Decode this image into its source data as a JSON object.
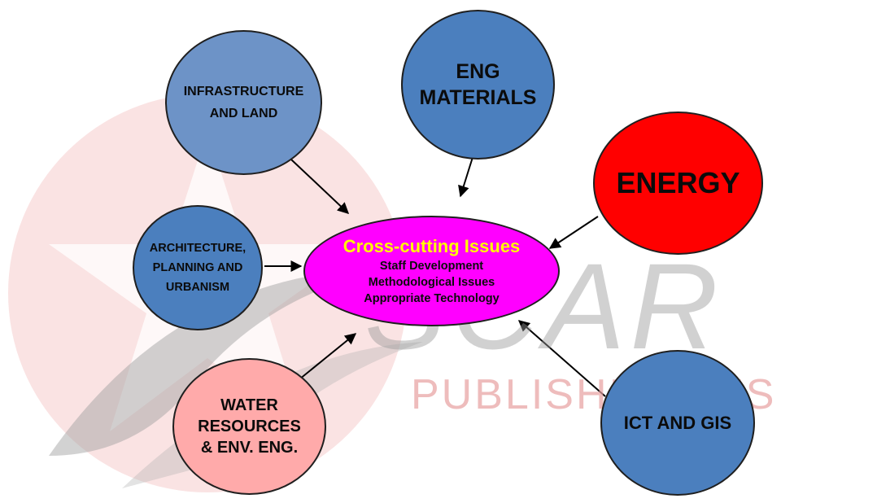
{
  "watermark": {
    "word": "SCAR",
    "subtitle": "PUBLISHI      VICES"
  },
  "colors": {
    "center": "#ff00ff",
    "center_title": "#ffff00",
    "energy": "#ff0000",
    "blue_dark": "#4b7fbe",
    "blue_light": "#6d93c7",
    "water": "#ffaaaa"
  },
  "nodes": {
    "infrastructure": "INFRASTRUCTURE\nAND LAND",
    "eng_materials": "ENG\nMATERIALS",
    "energy": "ENERGY",
    "architecture": "ARCHITECTURE,\nPLANNING AND\nURBANISM",
    "water": "WATER\nRESOURCES\n& ENV. ENG.",
    "ict": "ICT AND GIS"
  },
  "center": {
    "title": "Cross-cutting Issues",
    "lines": [
      "Staff Development",
      "Methodological Issues",
      "Appropriate Technology"
    ]
  }
}
